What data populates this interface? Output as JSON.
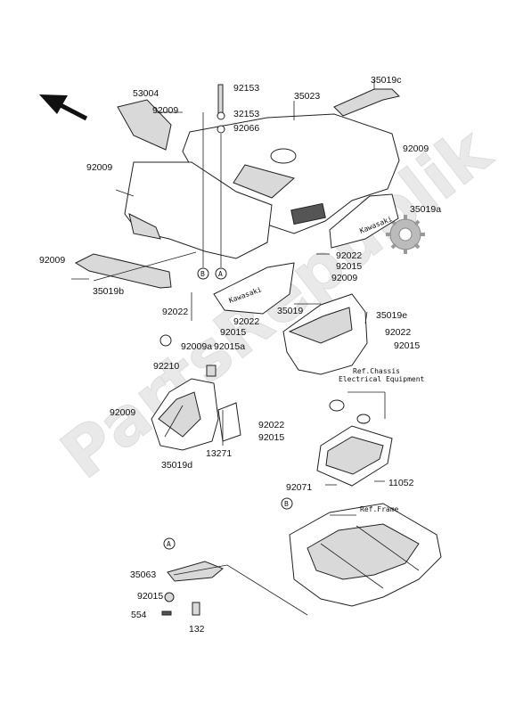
{
  "watermark": "PartsRepublik",
  "callouts": {
    "c53004": "53004",
    "c92009_top": "92009",
    "c92153": "92153",
    "c32153": "32153",
    "c92066": "92066",
    "c35023": "35023",
    "c35019c": "35019c",
    "c92009_right": "92009",
    "c92009_left": "92009",
    "c35019a": "35019a",
    "c92009_b": "92009",
    "c35019b": "35019b",
    "c92022_r1": "92022",
    "c92015_r1": "92015",
    "c92009_r2": "92009",
    "c92022_m": "92022",
    "c92009a": "92009a",
    "c92022_c": "92022",
    "c92015_c": "92015",
    "c92015a": "92015a",
    "c35019": "35019",
    "c35019e": "35019e",
    "c92022_r3": "92022",
    "c92015_r3": "92015",
    "c92210": "92210",
    "c92009_d": "92009",
    "c92022_d": "92022",
    "c92015_d": "92015",
    "c13271": "13271",
    "c35019d": "35019d",
    "c92071": "92071",
    "c11052": "11052",
    "c35063": "35063",
    "c92015_e": "92015",
    "c554": "554",
    "c132": "132"
  },
  "refs": {
    "chassis_line1": "Ref.Chassis",
    "chassis_line2": "Electrical Equipment",
    "frame": "Ref.Frame"
  },
  "markers": {
    "a1": "A",
    "b1": "B",
    "b2": "B",
    "a2": "A"
  },
  "decals": {
    "brand": "Kawasaki"
  },
  "icons": {
    "direction": "arrow-up-left-icon",
    "gear": "gear-icon"
  }
}
